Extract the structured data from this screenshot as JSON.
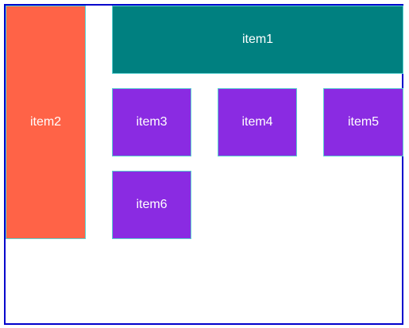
{
  "grid": {
    "items": [
      {
        "label": "item1",
        "color": "#008080"
      },
      {
        "label": "item2",
        "color": "#ff6347"
      },
      {
        "label": "item3",
        "color": "#8a2be2"
      },
      {
        "label": "item4",
        "color": "#8a2be2"
      },
      {
        "label": "item5",
        "color": "#8a2be2"
      },
      {
        "label": "item6",
        "color": "#8a2be2"
      }
    ]
  }
}
